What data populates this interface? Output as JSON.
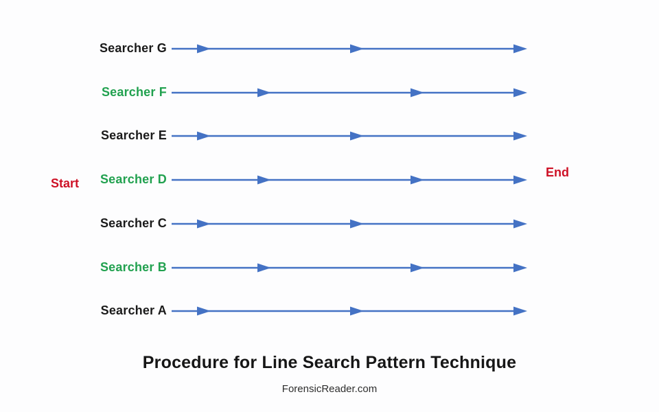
{
  "diagram": {
    "title": "Procedure for Line Search Pattern Technique",
    "source": "ForensicReader.com",
    "start_label": "Start",
    "end_label": "End",
    "colors": {
      "arrow_blue": "#4472C4",
      "label_green": "#21A14F",
      "label_black": "#1A1A1A",
      "marker_red": "#CE1126"
    },
    "rows": [
      {
        "label": "Searcher G",
        "label_color": "black",
        "arrow_positions": [
          0.11,
          0.54,
          1.0
        ]
      },
      {
        "label": "Searcher F",
        "label_color": "green",
        "arrow_positions": [
          0.28,
          0.71,
          1.0
        ]
      },
      {
        "label": "Searcher E",
        "label_color": "black",
        "arrow_positions": [
          0.11,
          0.54,
          1.0
        ]
      },
      {
        "label": "Searcher D",
        "label_color": "green",
        "arrow_positions": [
          0.28,
          0.71,
          1.0
        ]
      },
      {
        "label": "Searcher C",
        "label_color": "black",
        "arrow_positions": [
          0.11,
          0.54,
          1.0
        ]
      },
      {
        "label": "Searcher B",
        "label_color": "green",
        "arrow_positions": [
          0.28,
          0.71,
          1.0
        ]
      },
      {
        "label": "Searcher A",
        "label_color": "black",
        "arrow_positions": [
          0.11,
          0.54,
          1.0
        ]
      }
    ]
  }
}
